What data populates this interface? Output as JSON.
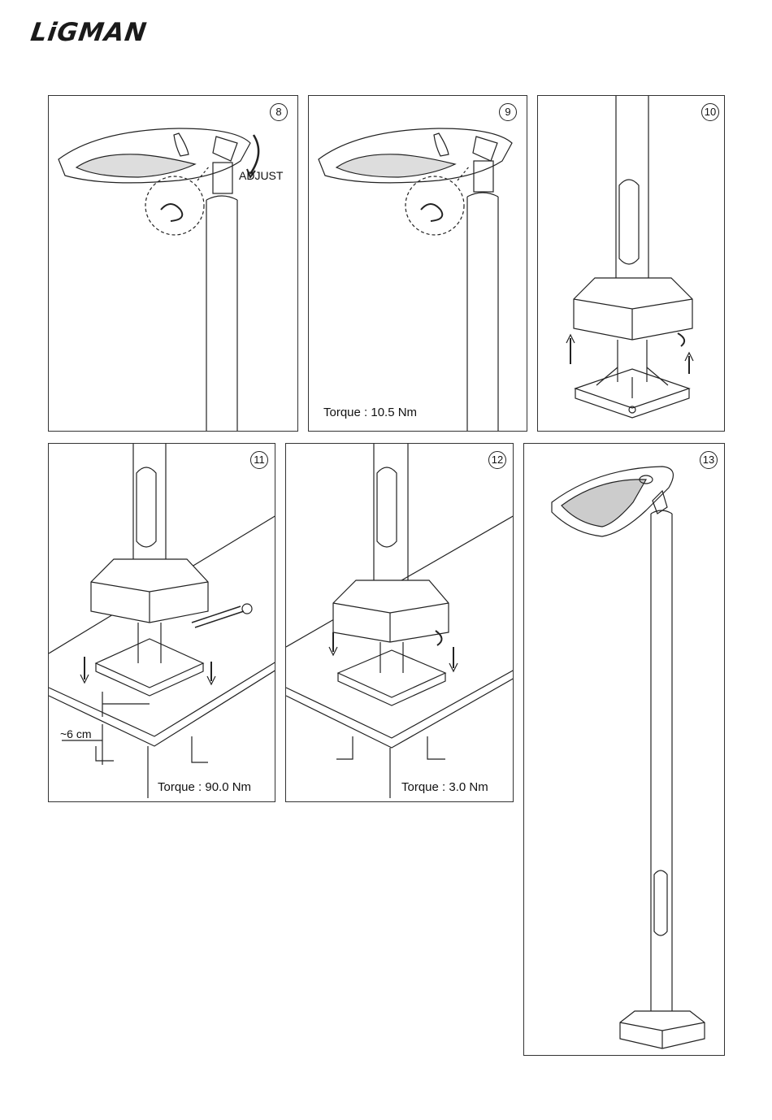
{
  "brand": {
    "logo_text": "LiGMAN"
  },
  "steps": [
    {
      "number": "8",
      "note": "ADJUST"
    },
    {
      "number": "9",
      "torque": "Torque : 10.5 Nm"
    },
    {
      "number": "10"
    },
    {
      "number": "11",
      "torque": "Torque : 90.0 Nm",
      "dimension": "~6 cm"
    },
    {
      "number": "12",
      "torque": "Torque : 3.0 Nm"
    },
    {
      "number": "13"
    }
  ]
}
